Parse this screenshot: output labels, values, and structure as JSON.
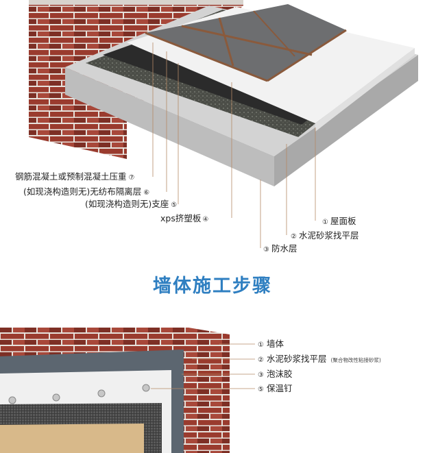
{
  "roof_labels": [
    {
      "num": "⑦",
      "text": "钢筋混凝土或预制混凝土压重"
    },
    {
      "num": "⑥",
      "text": "(如现浇构造则无)无纺布隔离层"
    },
    {
      "num": "⑤",
      "text": "(如现浇构造则无)支座"
    },
    {
      "num": "④",
      "text": "xps挤塑板"
    },
    {
      "num": "①",
      "text": "屋面板"
    },
    {
      "num": "②",
      "text": "水泥砂浆找平层"
    },
    {
      "num": "③",
      "text": "防水层"
    }
  ],
  "section_title": "墙体施工步骤",
  "wall_labels": [
    {
      "num": "①",
      "text": "墙体",
      "note": ""
    },
    {
      "num": "②",
      "text": "水泥砂浆找平层",
      "note": "(聚合物改性粘接砂浆)"
    },
    {
      "num": "③",
      "text": "泡沫胶",
      "note": ""
    },
    {
      "num": "⑤",
      "text": "保温钉",
      "note": ""
    }
  ],
  "colors": {
    "brick": "#9a3b2e",
    "title": "#2f7fc1",
    "concrete": "#c9c9c9",
    "tile": "#6d6e70",
    "insulation": "#f2f2f2",
    "waterproof": "#2b2b2b"
  }
}
